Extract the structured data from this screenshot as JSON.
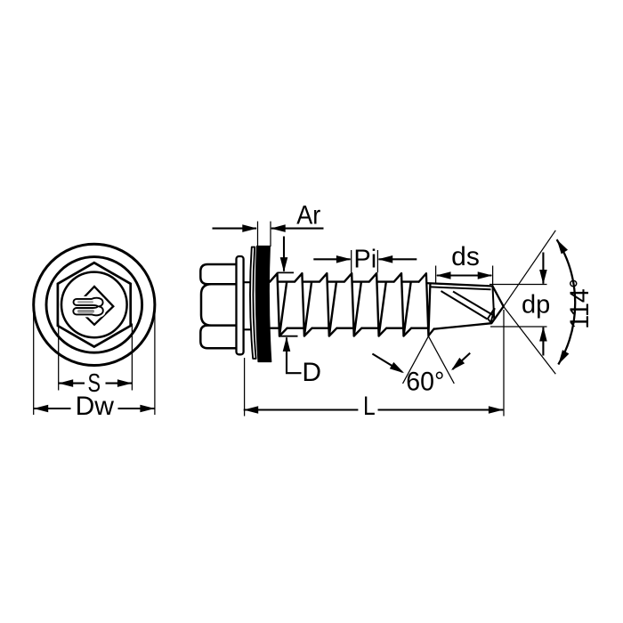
{
  "diagram": {
    "type": "technical-drawing",
    "subject": "self-drilling hex washer head screw with sealing washer",
    "views": {
      "front": "head front view (hex on circular washer with brand logo)",
      "side": "full screw side view (head, sealing washer, thread, drill point)"
    },
    "labels": {
      "seal_thickness": "Ar",
      "thread_pitch": "Pi",
      "drill_point_length": "ds",
      "drill_point_diameter": "dp",
      "point_angle": "114°",
      "thread_angle": "60°",
      "thread_diameter": "D",
      "screw_length": "L",
      "hex_width_across_flats": "S",
      "washer_diameter": "Dw"
    },
    "colors": {
      "ink": "#000000",
      "background": "#ffffff",
      "seal_fill": "#000000",
      "logo_upper_bar_fill": "#ababab",
      "logo_lower_bar_fill": "#8f8f8f"
    }
  }
}
